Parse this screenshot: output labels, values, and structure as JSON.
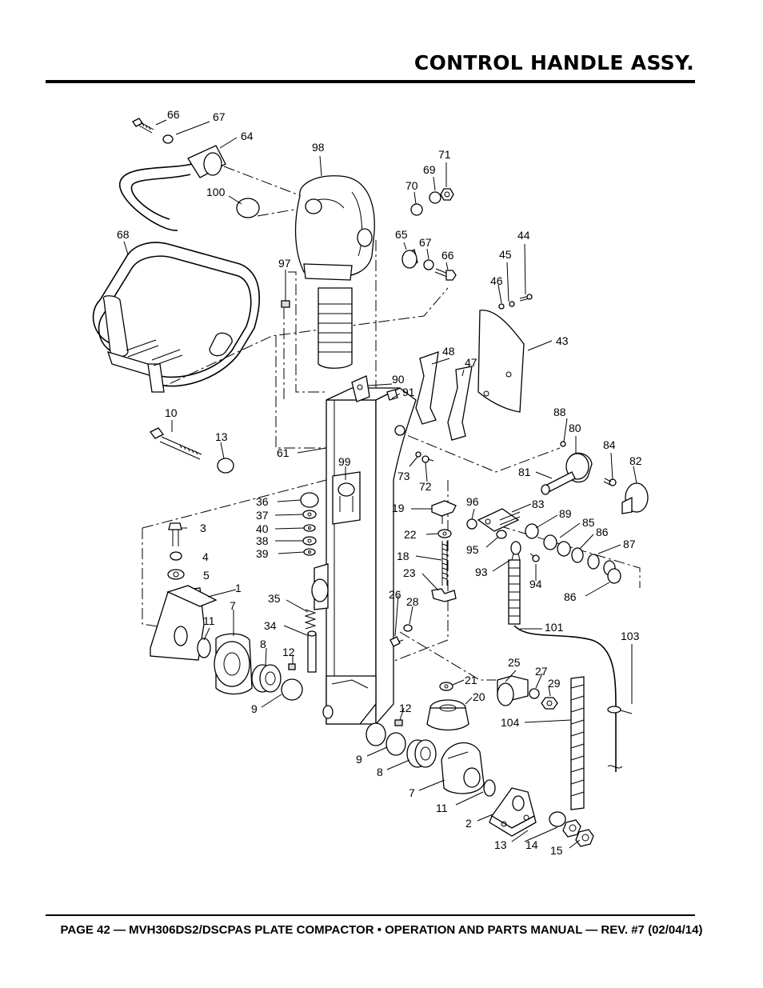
{
  "page_title": "CONTROL HANDLE ASSY.",
  "footer": "PAGE 42 — MVH306DS2/DSCPAS PLATE COMPACTOR • OPERATION AND PARTS MANUAL — REV. #7 (02/04/14)",
  "callouts": {
    "c66a": "66",
    "c67a": "67",
    "c64": "64",
    "c98": "98",
    "c71": "71",
    "c69": "69",
    "c70": "70",
    "c100": "100",
    "c68": "68",
    "c65": "65",
    "c67b": "67",
    "c66b": "66",
    "c44": "44",
    "c45": "45",
    "c46": "46",
    "c97": "97",
    "c43": "43",
    "c48": "48",
    "c47": "47",
    "c90": "90",
    "c91": "91",
    "c10": "10",
    "c13a": "13",
    "c61": "61",
    "c88": "88",
    "c80": "80",
    "c84": "84",
    "c82": "82",
    "c99": "99",
    "c73": "73",
    "c72": "72",
    "c81": "81",
    "c36": "36",
    "c37": "37",
    "c40": "40",
    "c38": "38",
    "c39": "39",
    "c3": "3",
    "c4": "4",
    "c5": "5",
    "c19": "19",
    "c96": "96",
    "c83": "83",
    "c22": "22",
    "c89": "89",
    "c85": "85",
    "c86a": "86",
    "c87": "87",
    "c95": "95",
    "c18": "18",
    "c23": "23",
    "c93": "93",
    "c94": "94",
    "c86b": "86",
    "c1": "1",
    "c35": "35",
    "c26": "26",
    "c28": "28",
    "c7a": "7",
    "c11a": "11",
    "c34": "34",
    "c101": "101",
    "c103": "103",
    "c8a": "8",
    "c12a": "12",
    "c25": "25",
    "c27": "27",
    "c29": "29",
    "c21": "21",
    "c20": "20",
    "c9a": "9",
    "c12b": "12",
    "c104": "104",
    "c9b": "9",
    "c8b": "8",
    "c7b": "7",
    "c11b": "11",
    "c2": "2",
    "c13b": "13",
    "c14": "14",
    "c15": "15"
  }
}
